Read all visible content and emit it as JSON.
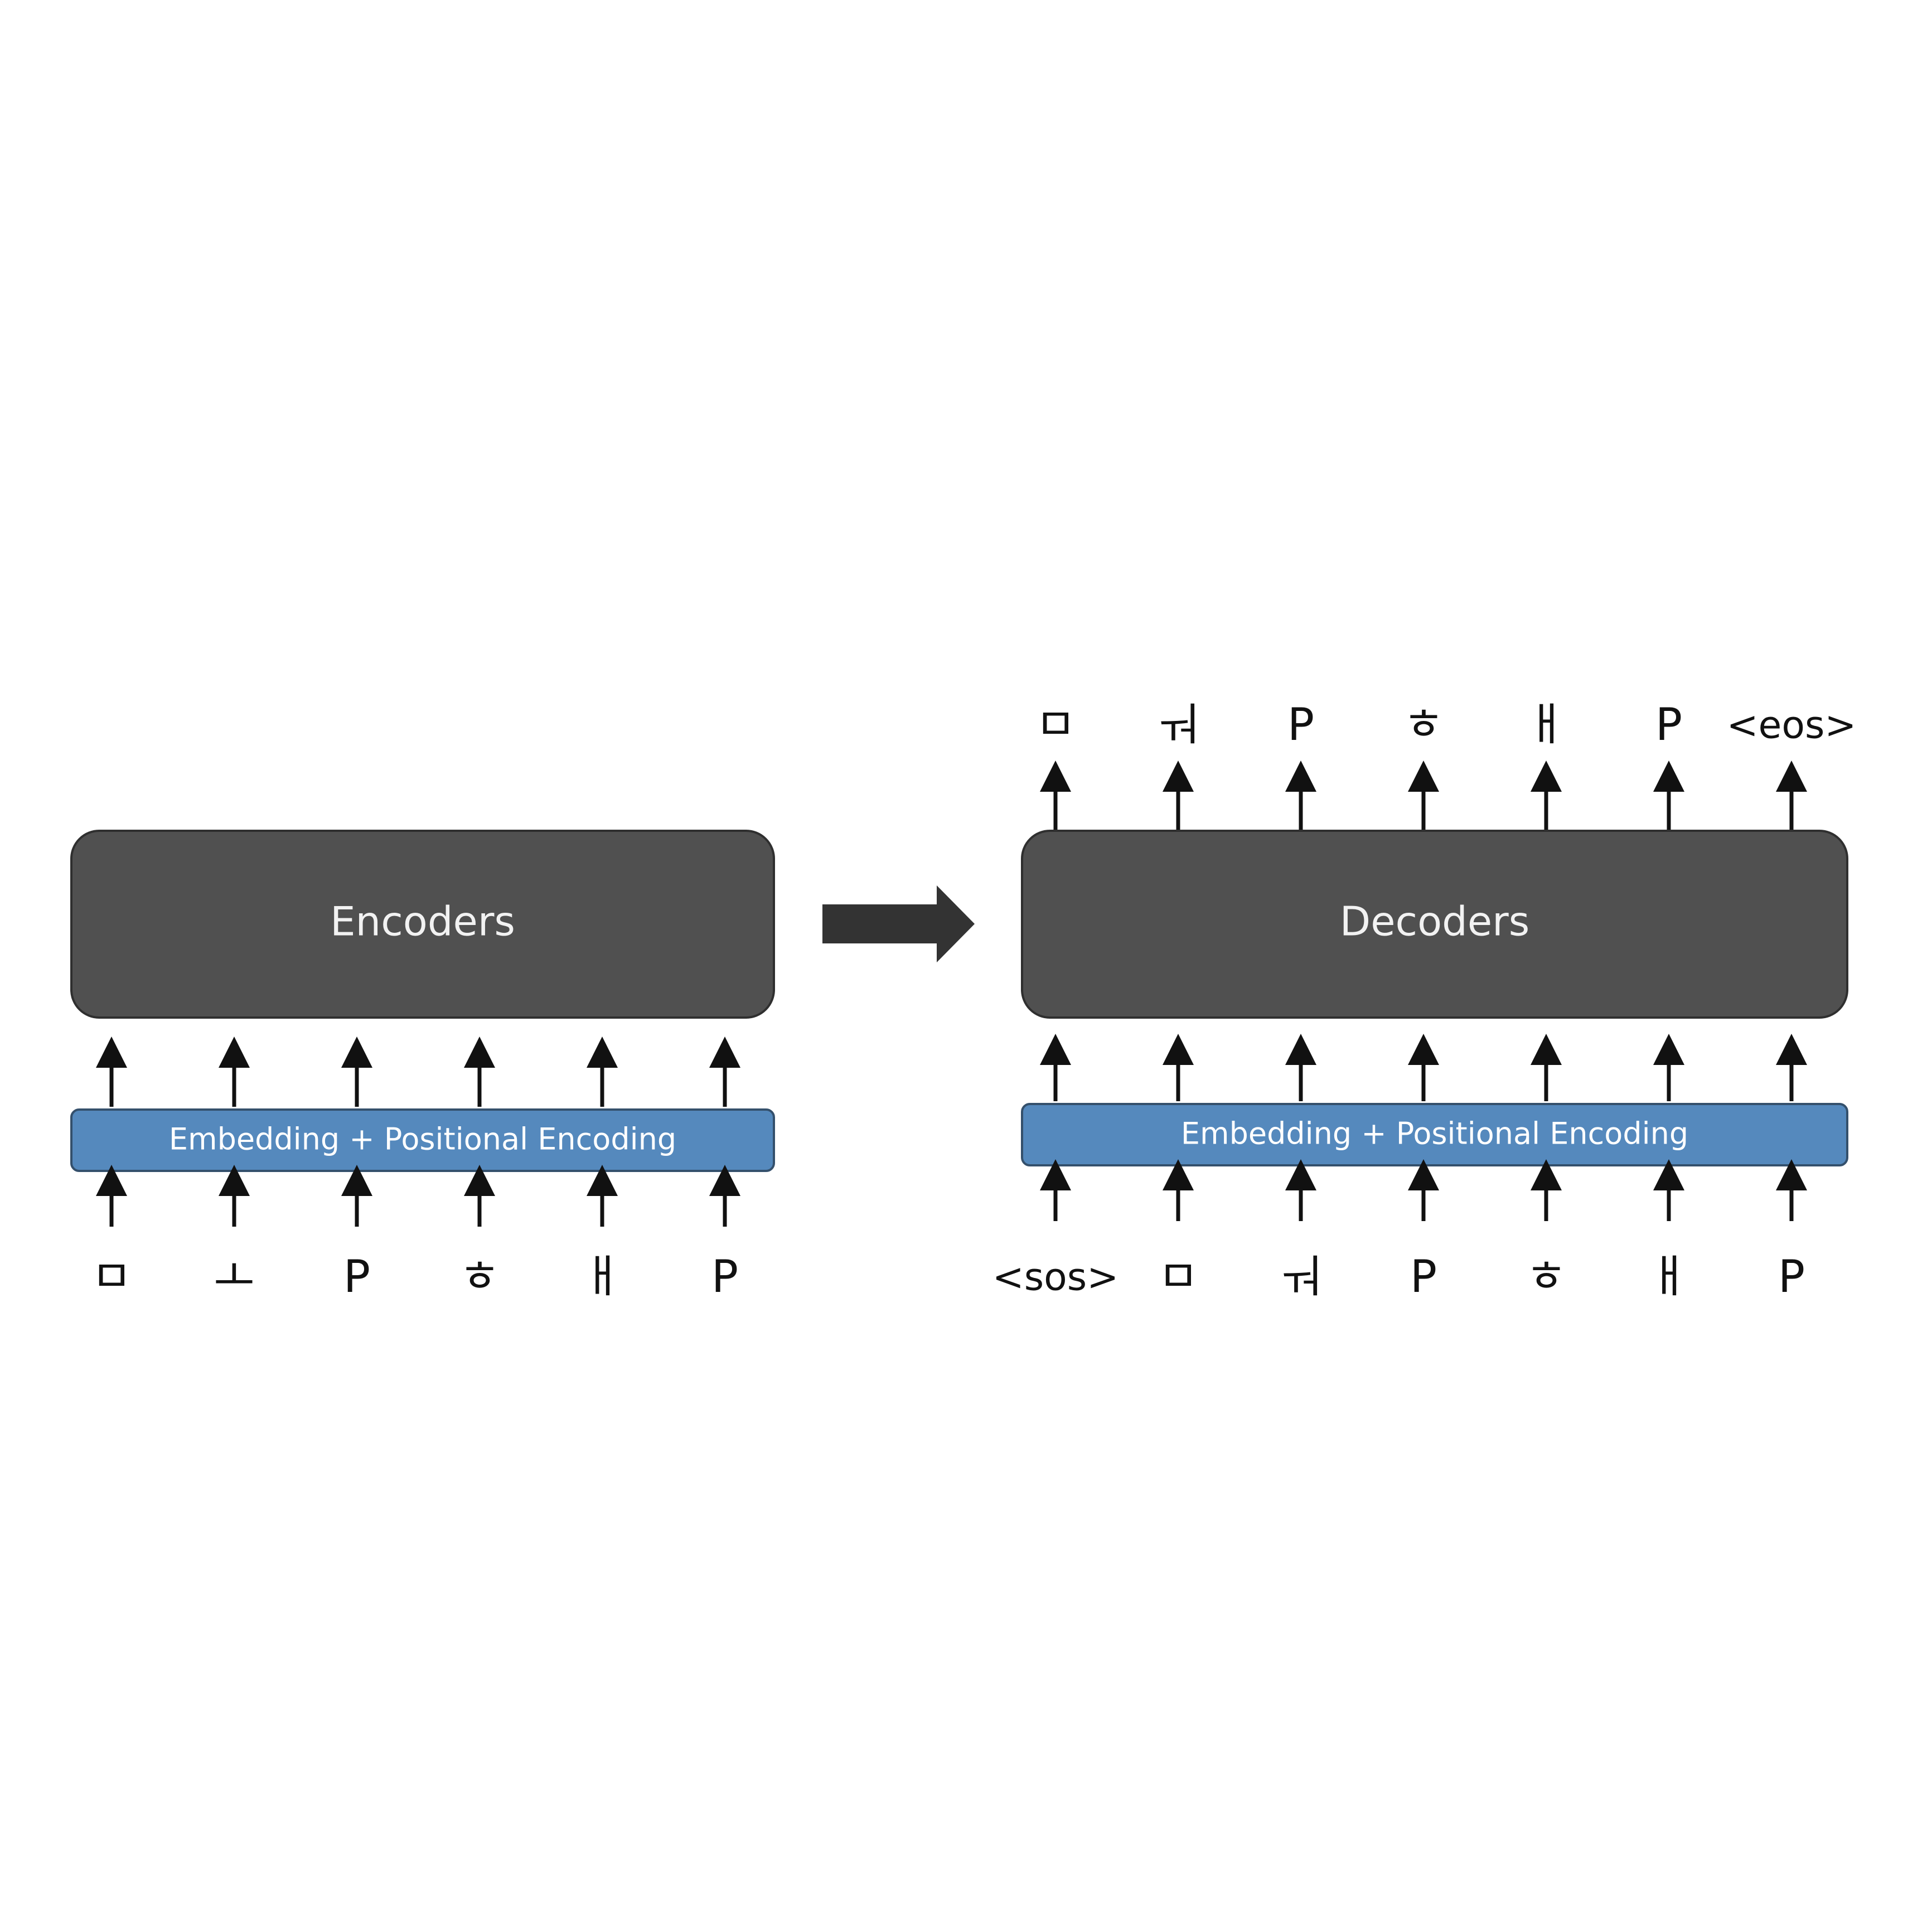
{
  "colors": {
    "background": "#ffffff",
    "block_fill": "#505050",
    "block_stroke": "#2f2f2f",
    "band_fill": "#5589bd",
    "band_stroke": "#34506c",
    "arrow": "#111111",
    "flow_arrow": "#333333"
  },
  "encoder": {
    "block_label": "Encoders",
    "embedding_label": "Embedding + Positional Encoding",
    "input_tokens": [
      "ㅁ",
      "ㅗ",
      "P",
      "ㅎ",
      "ㅐ",
      "P"
    ]
  },
  "flow_arrow": {
    "icon": "right-arrow-icon"
  },
  "decoder": {
    "block_label": "Decoders",
    "embedding_label": "Embedding + Positional Encoding",
    "input_tokens": [
      "<sos>",
      "ㅁ",
      "ㅝ",
      "P",
      "ㅎ",
      "ㅐ",
      "P"
    ],
    "output_tokens": [
      "ㅁ",
      "ㅝ",
      "P",
      "ㅎ",
      "ㅐ",
      "P",
      "<eos>"
    ]
  }
}
